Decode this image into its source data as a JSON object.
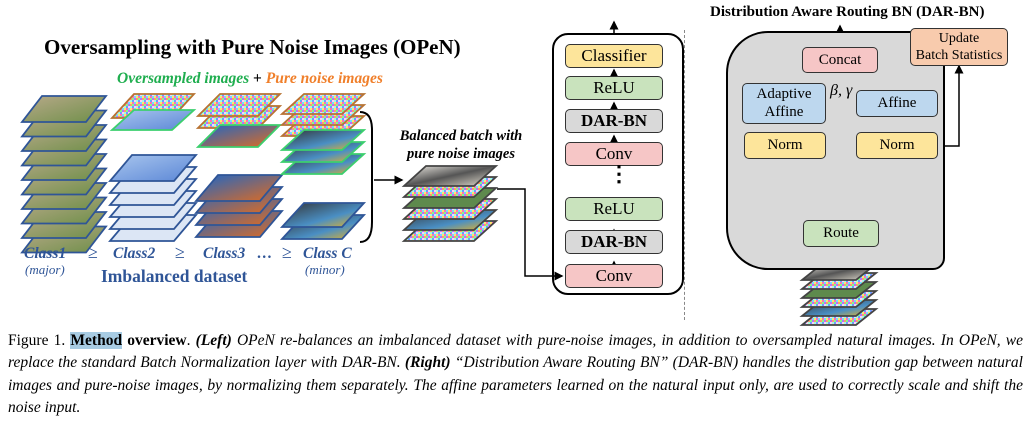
{
  "left_panel": {
    "title": "Oversampling with Pure Noise Images (OPeN)",
    "subtitle_green": "Oversampled images",
    "subtitle_plus": "+",
    "subtitle_orange": "Pure noise images",
    "classes": [
      {
        "label": "Class1",
        "note": "(major)"
      },
      {
        "label": "Class2",
        "note": ""
      },
      {
        "label": "Class3",
        "note": ""
      },
      {
        "label": "Class C",
        "note": "(minor)"
      }
    ],
    "geq_symbol": "≥",
    "ellipsis": "…",
    "dataset_label": "Imbalanced dataset",
    "balanced_label_line1": "Balanced batch with",
    "balanced_label_line2": "pure noise images"
  },
  "network": {
    "blocks": [
      {
        "label": "Classifier",
        "kind": "classifier"
      },
      {
        "label": "ReLU",
        "kind": "relu"
      },
      {
        "label": "DAR-BN",
        "kind": "darbn"
      },
      {
        "label": "Conv",
        "kind": "conv"
      },
      {
        "label": "ReLU",
        "kind": "relu"
      },
      {
        "label": "DAR-BN",
        "kind": "darbn"
      },
      {
        "label": "Conv",
        "kind": "conv"
      }
    ],
    "ellipsis": "⋮"
  },
  "dar_bn": {
    "title": "Distribution Aware Routing BN (DAR-BN)",
    "concat": "Concat",
    "update_line1": "Update",
    "update_line2": "Batch Statistics",
    "adaptive_line1": "Adaptive",
    "adaptive_line2": "Affine",
    "affine": "Affine",
    "params": "β, γ",
    "norm_left": "Norm",
    "norm_right": "Norm",
    "route": "Route",
    "lock_icon": "lock-icon"
  },
  "colors": {
    "green_text": "#1fae4f",
    "orange_text": "#f07f2a",
    "blue_text": "#2f5597",
    "classifier": "#fde59b",
    "relu": "#c9e3bd",
    "darbn": "#d9d9d9",
    "conv": "#f6c6c6",
    "affine": "#bdd7ee",
    "update": "#f8cbad",
    "highlight": "#a8cce3"
  },
  "caption": {
    "prefix": "Figure 1. ",
    "highlight": "Method",
    "bold_rest": " overview",
    "after_bold": ".  ",
    "left_tag": "(Left)",
    "left_text": " OPeN re-balances an imbalanced dataset with pure-noise images, in addition to oversampled natural images. In OPeN, we replace the standard Batch Normalization layer with DAR-BN. ",
    "right_tag": "(Right)",
    "right_text": " “Distribution Aware Routing BN” (DAR-BN) handles the distribution gap between natural images and pure-noise images, by normalizing them separately. The affine parameters learned on the natural input only, are used to correctly scale and shift the noise input."
  }
}
